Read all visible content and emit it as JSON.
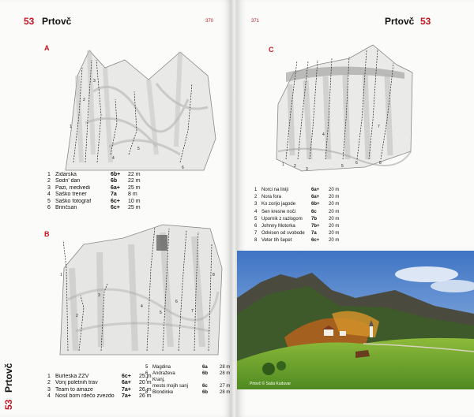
{
  "left_page": {
    "chapter_number": "53",
    "chapter_title": "Prtovč",
    "folio": "370",
    "section_a": {
      "label": "A",
      "route_numbers": [
        "1",
        "2",
        "3",
        "4",
        "5",
        "6"
      ],
      "routes": [
        {
          "n": "1",
          "name": "Zidarska",
          "grade": "6b+",
          "length": "22 m"
        },
        {
          "n": "2",
          "name": "Sodn' dan",
          "grade": "6b",
          "length": "22 m"
        },
        {
          "n": "3",
          "name": "Pazi, medvedi",
          "grade": "6a+",
          "length": "25 m"
        },
        {
          "n": "4",
          "name": "Saško trener",
          "grade": "7a",
          "length": "8 m"
        },
        {
          "n": "5",
          "name": "Saško fotograf",
          "grade": "6c+",
          "length": "10 m"
        },
        {
          "n": "6",
          "name": "Brinčsan",
          "grade": "6c+",
          "length": "25 m"
        }
      ]
    },
    "section_b": {
      "label": "B",
      "route_numbers": [
        "1",
        "2",
        "3",
        "4",
        "5",
        "6",
        "7",
        "8"
      ],
      "routes_col1": [
        {
          "n": "1",
          "name": "Burleska ZZV",
          "grade": "6c+",
          "length": "25 m"
        },
        {
          "n": "2",
          "name": "Vonj poletnih trav",
          "grade": "6a+",
          "length": "20 m"
        },
        {
          "n": "3",
          "name": "Team to amaze",
          "grade": "7a+",
          "length": "26 m"
        },
        {
          "n": "4",
          "name": "Nosil bom rdečo zvezdo",
          "grade": "7a+",
          "length": "26 m"
        }
      ],
      "routes_col2": [
        {
          "n": "5",
          "name": "Magdina",
          "grade": "6a",
          "length": "28 m"
        },
        {
          "n": "6",
          "name": "Andraževa",
          "grade": "6b",
          "length": "28 m"
        },
        {
          "n": "7",
          "name": "Kranj,",
          "grade": "",
          "length": ""
        },
        {
          "n": "",
          "name": "mesto mojih sanj",
          "grade": "6c",
          "length": "27 m"
        },
        {
          "n": "8",
          "name": "Blondinke",
          "grade": "6b",
          "length": "28 m"
        }
      ]
    },
    "vertical_number": "53",
    "vertical_title": "Prtovč"
  },
  "right_page": {
    "folio": "371",
    "chapter_title": "Prtovč",
    "chapter_number": "53",
    "section_c": {
      "label": "C",
      "route_numbers": [
        "1",
        "2",
        "3",
        "4",
        "5",
        "6",
        "7",
        "8"
      ],
      "routes": [
        {
          "n": "1",
          "name": "Norci na liniji",
          "grade": "6a+",
          "length": "20 m"
        },
        {
          "n": "2",
          "name": "Nora fora",
          "grade": "6a+",
          "length": "20 m"
        },
        {
          "n": "3",
          "name": "Ko zorijo jagode",
          "grade": "6b+",
          "length": "20 m"
        },
        {
          "n": "4",
          "name": "Sen kresne noči",
          "grade": "6c",
          "length": "20 m"
        },
        {
          "n": "5",
          "name": "Upornik z razlogom",
          "grade": "7b",
          "length": "20 m"
        },
        {
          "n": "6",
          "name": "Johnny Motorka",
          "grade": "7b+",
          "length": "20 m"
        },
        {
          "n": "7",
          "name": "Odvisen od svobode",
          "grade": "7a",
          "length": "20 m"
        },
        {
          "n": "8",
          "name": "Veter tih šepet",
          "grade": "6c+",
          "length": "20 m"
        }
      ]
    },
    "photo_caption": "Prtovč © Saša Kuduvar"
  },
  "colors": {
    "accent_red": "#c4141f",
    "paper": "#fbfbfa"
  }
}
